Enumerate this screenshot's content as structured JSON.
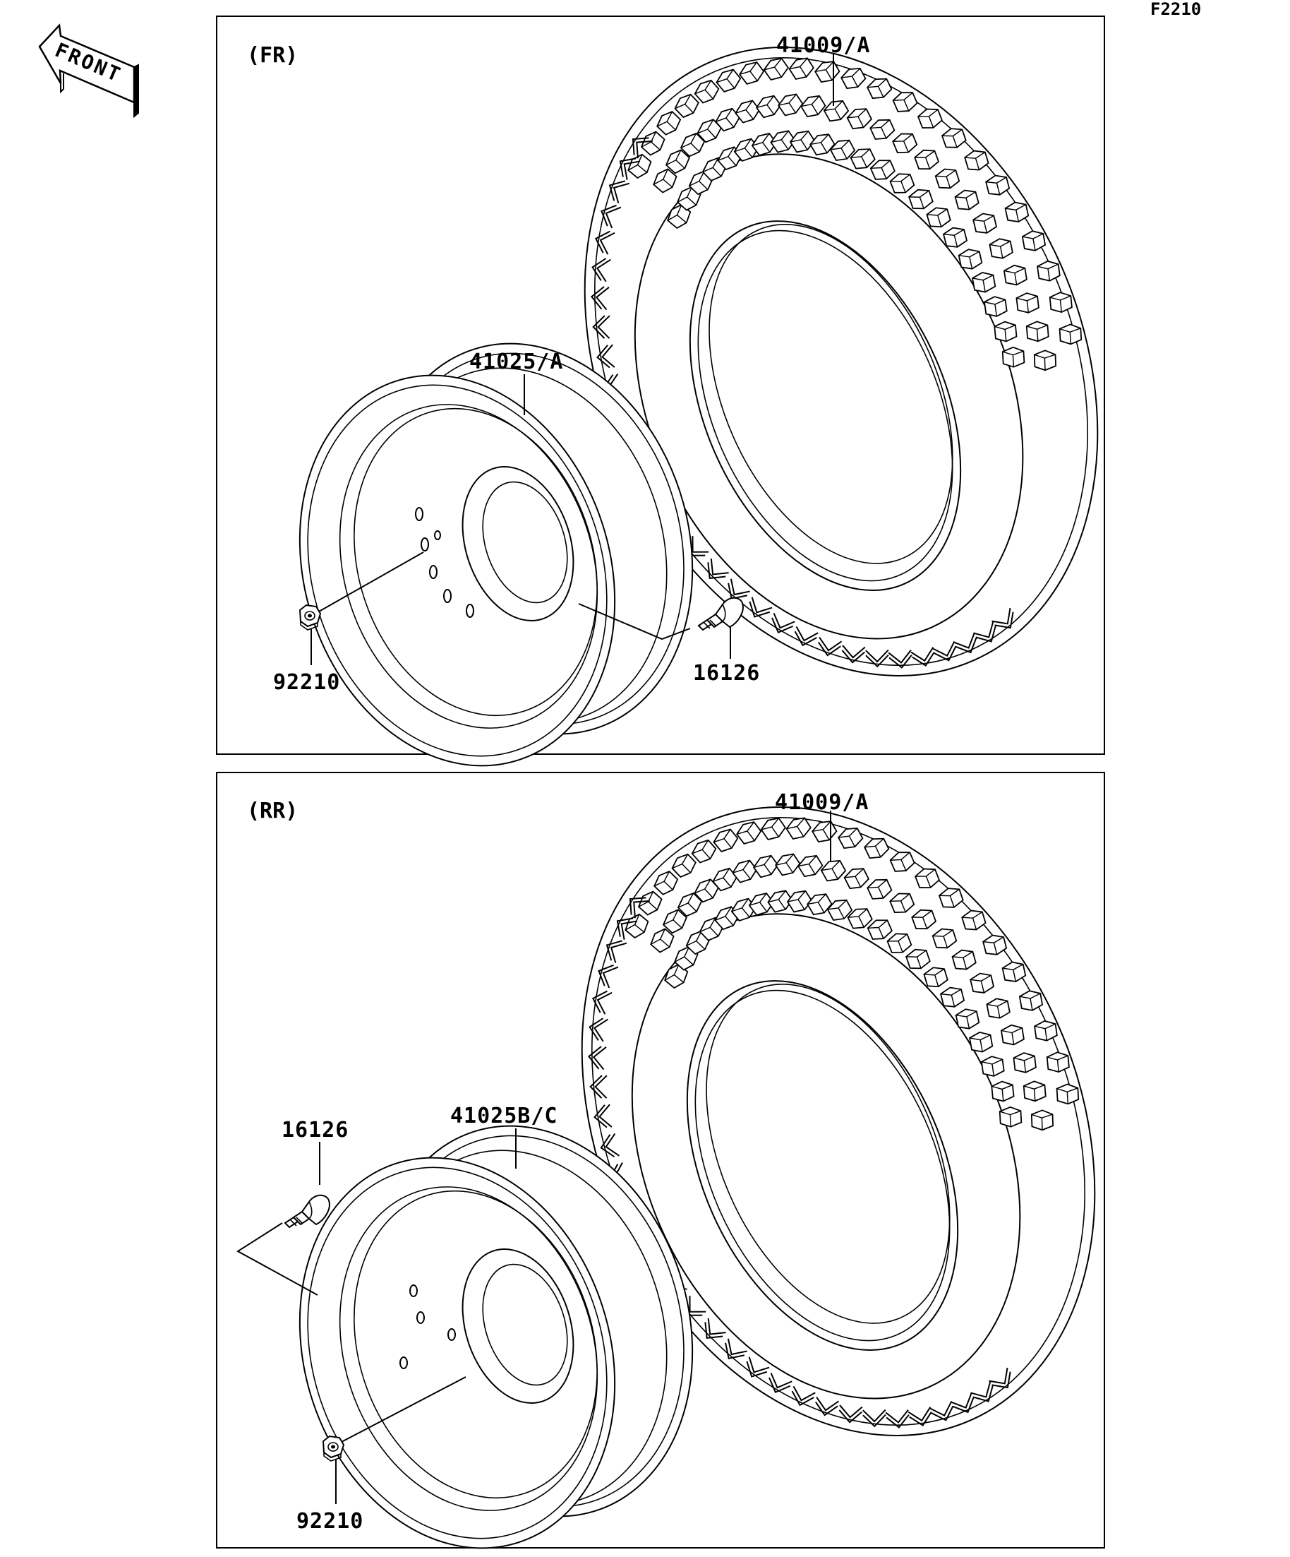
{
  "figure_code": "F2210",
  "front_marker": {
    "text": "FRONT"
  },
  "panels": [
    {
      "id": "front",
      "section_label": "(FR)",
      "parts": {
        "tire": "41009/A",
        "wheel": "41025/A",
        "valve": "16126",
        "nut": "92210"
      }
    },
    {
      "id": "rear",
      "section_label": "(RR)",
      "parts": {
        "tire": "41009/A",
        "wheel": "41025B/C",
        "valve": "16126",
        "nut": "92210"
      }
    }
  ]
}
